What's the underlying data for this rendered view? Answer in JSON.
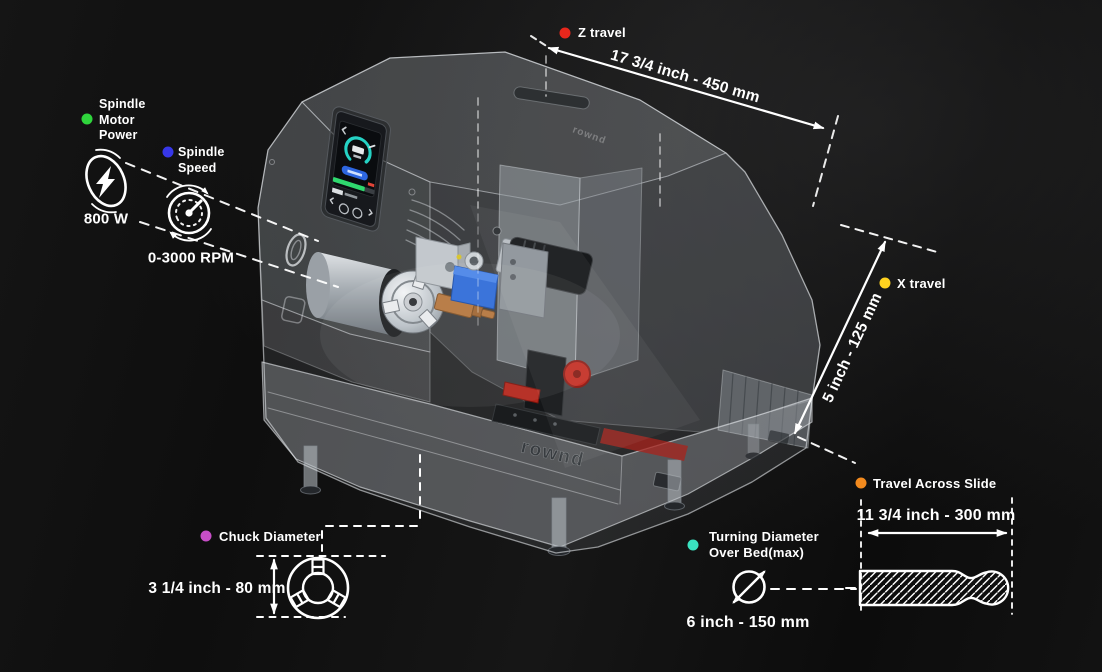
{
  "background": {
    "color_dark": "#0e0e0e",
    "color_light": "#242424"
  },
  "machine": {
    "brand_logo": "rownd",
    "type": "desktop CNC lathe, transparent isometric render"
  },
  "callouts": {
    "z_travel": {
      "label": "Z travel",
      "value": "17 3/4 inch - 450 mm",
      "dot_color": "#e8271c"
    },
    "spindle_motor_power": {
      "line1": "Spindle",
      "line2": "Motor",
      "line3": "Power",
      "value": "800 W",
      "dot_color": "#2fd53c",
      "icon": "motor-power-lightning"
    },
    "spindle_speed": {
      "line1": "Spindle",
      "line2": "Speed",
      "value": "0-3000 RPM",
      "dot_color": "#3737e8",
      "icon": "speedometer"
    },
    "x_travel": {
      "label": "X travel",
      "value": "5 inch - 125 mm",
      "dot_color": "#ffd21f"
    },
    "travel_across_slide": {
      "label": "Travel Across Slide",
      "value": "11 3/4 inch - 300 mm",
      "dot_color": "#f28a1e"
    },
    "turning_diameter": {
      "line1": "Turning Diameter",
      "line2": "Over Bed(max)",
      "value": "6 inch - 150 mm",
      "dot_color": "#3ae2c0",
      "icon": "diameter-symbol"
    },
    "chuck_diameter": {
      "label": "Chuck Diameter",
      "value": "3 1/4 inch - 80 mm",
      "dot_color": "#c74ec7",
      "icon": "three-jaw-chuck"
    }
  }
}
